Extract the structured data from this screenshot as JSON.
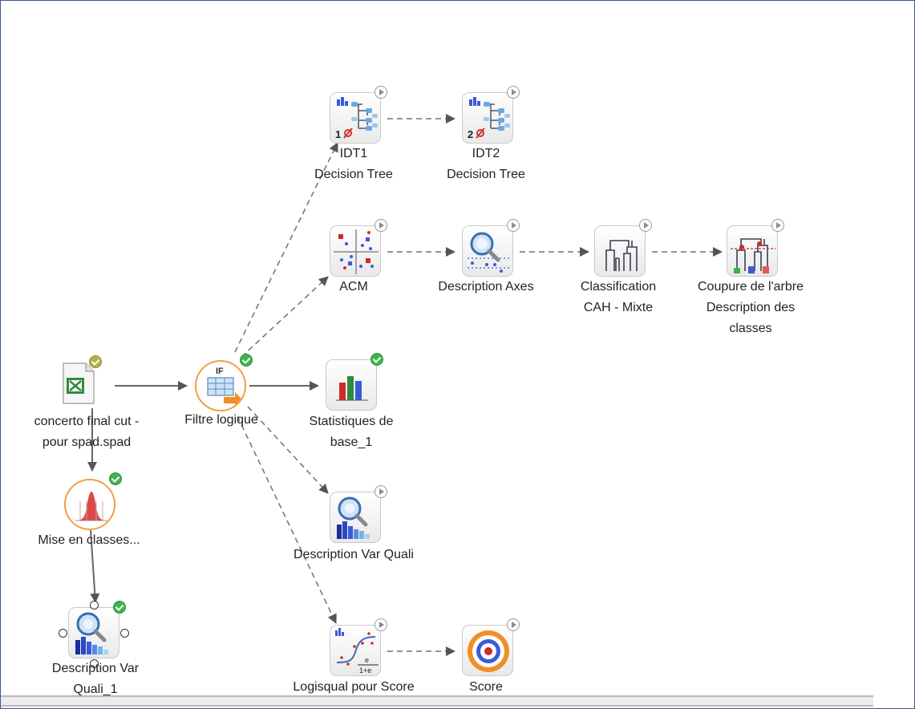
{
  "diagram": {
    "title": "",
    "nodes": [
      {
        "id": "idt1",
        "icon": "decision-tree-icon",
        "number": "1",
        "status": "ready",
        "label": [
          "IDT1",
          "Decision Tree"
        ]
      },
      {
        "id": "idt2",
        "icon": "decision-tree-icon",
        "number": "2",
        "status": "ready",
        "label": [
          "IDT2",
          "Decision Tree"
        ]
      },
      {
        "id": "acm",
        "icon": "factor-map-icon",
        "status": "ready",
        "label": [
          "ACM"
        ]
      },
      {
        "id": "descaxes",
        "icon": "axis-description-icon",
        "status": "ready",
        "label": [
          "Description Axes"
        ]
      },
      {
        "id": "classif",
        "icon": "dendrogram-icon",
        "status": "ready",
        "label": [
          "Classification",
          "CAH - Mixte"
        ]
      },
      {
        "id": "coupure",
        "icon": "dendrogram-cut-icon",
        "status": "ready",
        "label": [
          "Coupure de l'arbre",
          "Description des",
          "classes"
        ]
      },
      {
        "id": "source",
        "icon": "excel-file-icon",
        "status": "warning",
        "label": [
          "concerto final cut -",
          "pour spad.spad"
        ]
      },
      {
        "id": "filtre",
        "icon": "logical-filter-icon",
        "status": "done",
        "icon_text": "IF",
        "label": [
          "Filtre logique"
        ]
      },
      {
        "id": "stats",
        "icon": "bar-chart-icon",
        "status": "done",
        "label": [
          "Statistiques de",
          "base_1"
        ]
      },
      {
        "id": "mise",
        "icon": "distribution-icon",
        "status": "done",
        "label": [
          "Mise en classes..."
        ]
      },
      {
        "id": "descquali",
        "icon": "quali-description-icon",
        "status": "ready",
        "label": [
          "Description Var Quali"
        ]
      },
      {
        "id": "descquali1",
        "icon": "quali-description-icon",
        "status": "done",
        "selected": true,
        "label": [
          "Description Var",
          "Quali_1"
        ]
      },
      {
        "id": "logisqual",
        "icon": "logistic-regression-icon",
        "status": "ready",
        "formula": [
          "e",
          "1+e"
        ],
        "label": [
          "Logisqual pour Score"
        ]
      },
      {
        "id": "score",
        "icon": "target-icon",
        "status": "ready",
        "label": [
          "Score"
        ]
      }
    ],
    "edges": [
      {
        "from": "source",
        "to": "filtre",
        "style": "solid"
      },
      {
        "from": "source",
        "to": "mise",
        "style": "solid"
      },
      {
        "from": "mise",
        "to": "descquali1",
        "style": "solid"
      },
      {
        "from": "filtre",
        "to": "stats",
        "style": "solid"
      },
      {
        "from": "filtre",
        "to": "idt1",
        "style": "dashed"
      },
      {
        "from": "filtre",
        "to": "acm",
        "style": "dashed"
      },
      {
        "from": "filtre",
        "to": "descquali",
        "style": "dashed"
      },
      {
        "from": "filtre",
        "to": "logisqual",
        "style": "dashed"
      },
      {
        "from": "idt1",
        "to": "idt2",
        "style": "dashed"
      },
      {
        "from": "acm",
        "to": "descaxes",
        "style": "dashed"
      },
      {
        "from": "descaxes",
        "to": "classif",
        "style": "dashed"
      },
      {
        "from": "classif",
        "to": "coupure",
        "style": "dashed"
      },
      {
        "from": "logisqual",
        "to": "score",
        "style": "dashed"
      }
    ]
  }
}
